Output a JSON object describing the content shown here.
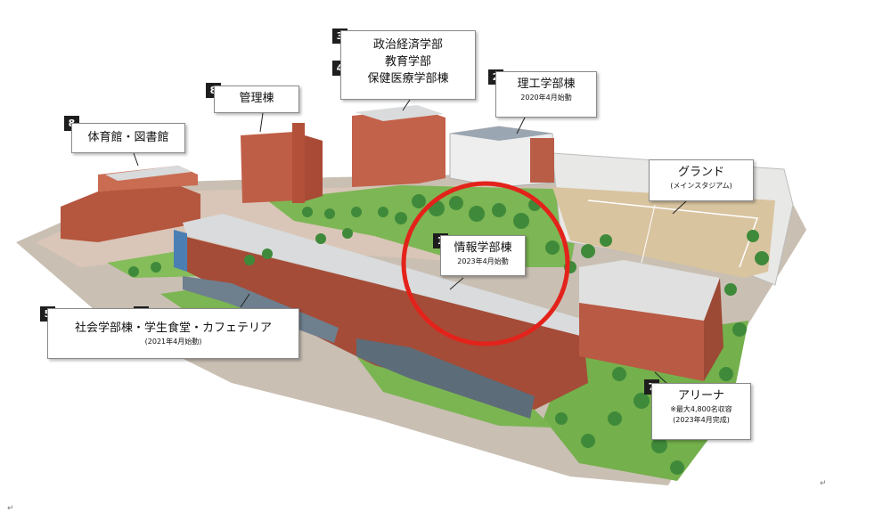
{
  "labels": {
    "info": {
      "number": "1",
      "name": "情報学部棟",
      "note": "2023年4月始動"
    },
    "science": {
      "number": "2",
      "name": "理工学部棟",
      "note": "2020年4月始動"
    },
    "politics": {
      "number": "3",
      "name": "政治経済学部"
    },
    "education": {
      "number": "4",
      "name1": "教育学部",
      "name2": "保健医療学部棟"
    },
    "social": {
      "number5": "5",
      "number6": "6",
      "name": "社会学部棟・学生食堂・カフェテリア",
      "note": "(2021年4月始動)"
    },
    "arena": {
      "number": "7",
      "name": "アリーナ",
      "note1": "※最大4,800名収容",
      "note2": "(2023年4月完成)"
    },
    "admin": {
      "number": "8",
      "name": "管理棟"
    },
    "gym": {
      "number": "8",
      "name": "体育館・図書館"
    },
    "ground": {
      "name": "グランド",
      "note": "(メインスタジアム)"
    }
  },
  "marks": {
    "right": "↵",
    "left": "↵"
  },
  "colors": {
    "highlight_circle": "#e3231b",
    "brick": "#b55a44",
    "grass": "#6fae4a",
    "roof": "#d7d9da"
  }
}
